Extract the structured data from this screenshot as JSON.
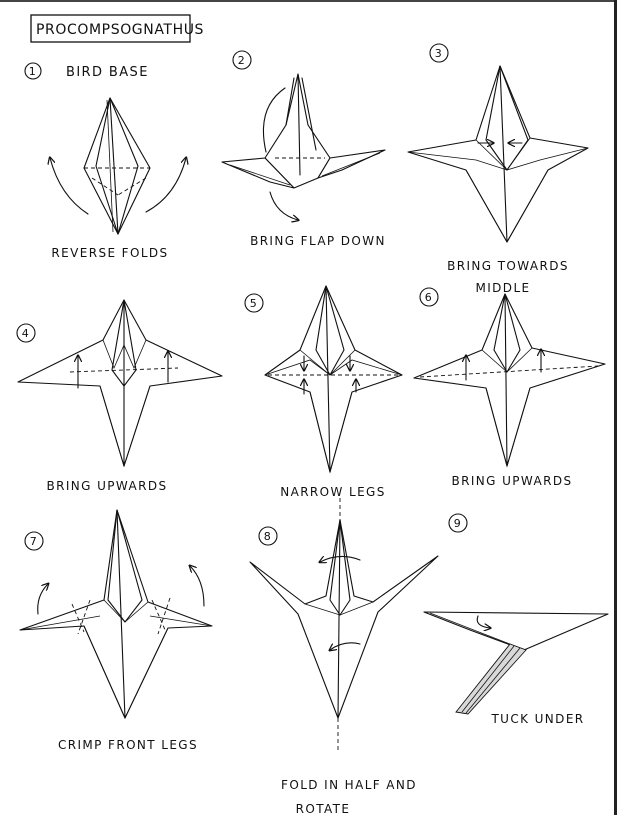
{
  "title": "PROCOMPSOGNATHUS",
  "steps": [
    {
      "number": "1",
      "heading": "BIRD BASE",
      "caption": "REVERSE FOLDS"
    },
    {
      "number": "2",
      "caption": "BRING FLAP DOWN"
    },
    {
      "number": "3",
      "caption_line1": "BRING TOWARDS",
      "caption_line2": "MIDDLE"
    },
    {
      "number": "4",
      "caption": "BRING UPWARDS"
    },
    {
      "number": "5",
      "caption": "NARROW LEGS"
    },
    {
      "number": "6",
      "caption": "BRING UPWARDS"
    },
    {
      "number": "7",
      "caption": "CRIMP FRONT LEGS"
    },
    {
      "number": "8",
      "caption_line1": "FOLD IN HALF AND",
      "caption_line2": "ROTATE"
    },
    {
      "number": "9",
      "caption": "TUCK UNDER"
    }
  ]
}
